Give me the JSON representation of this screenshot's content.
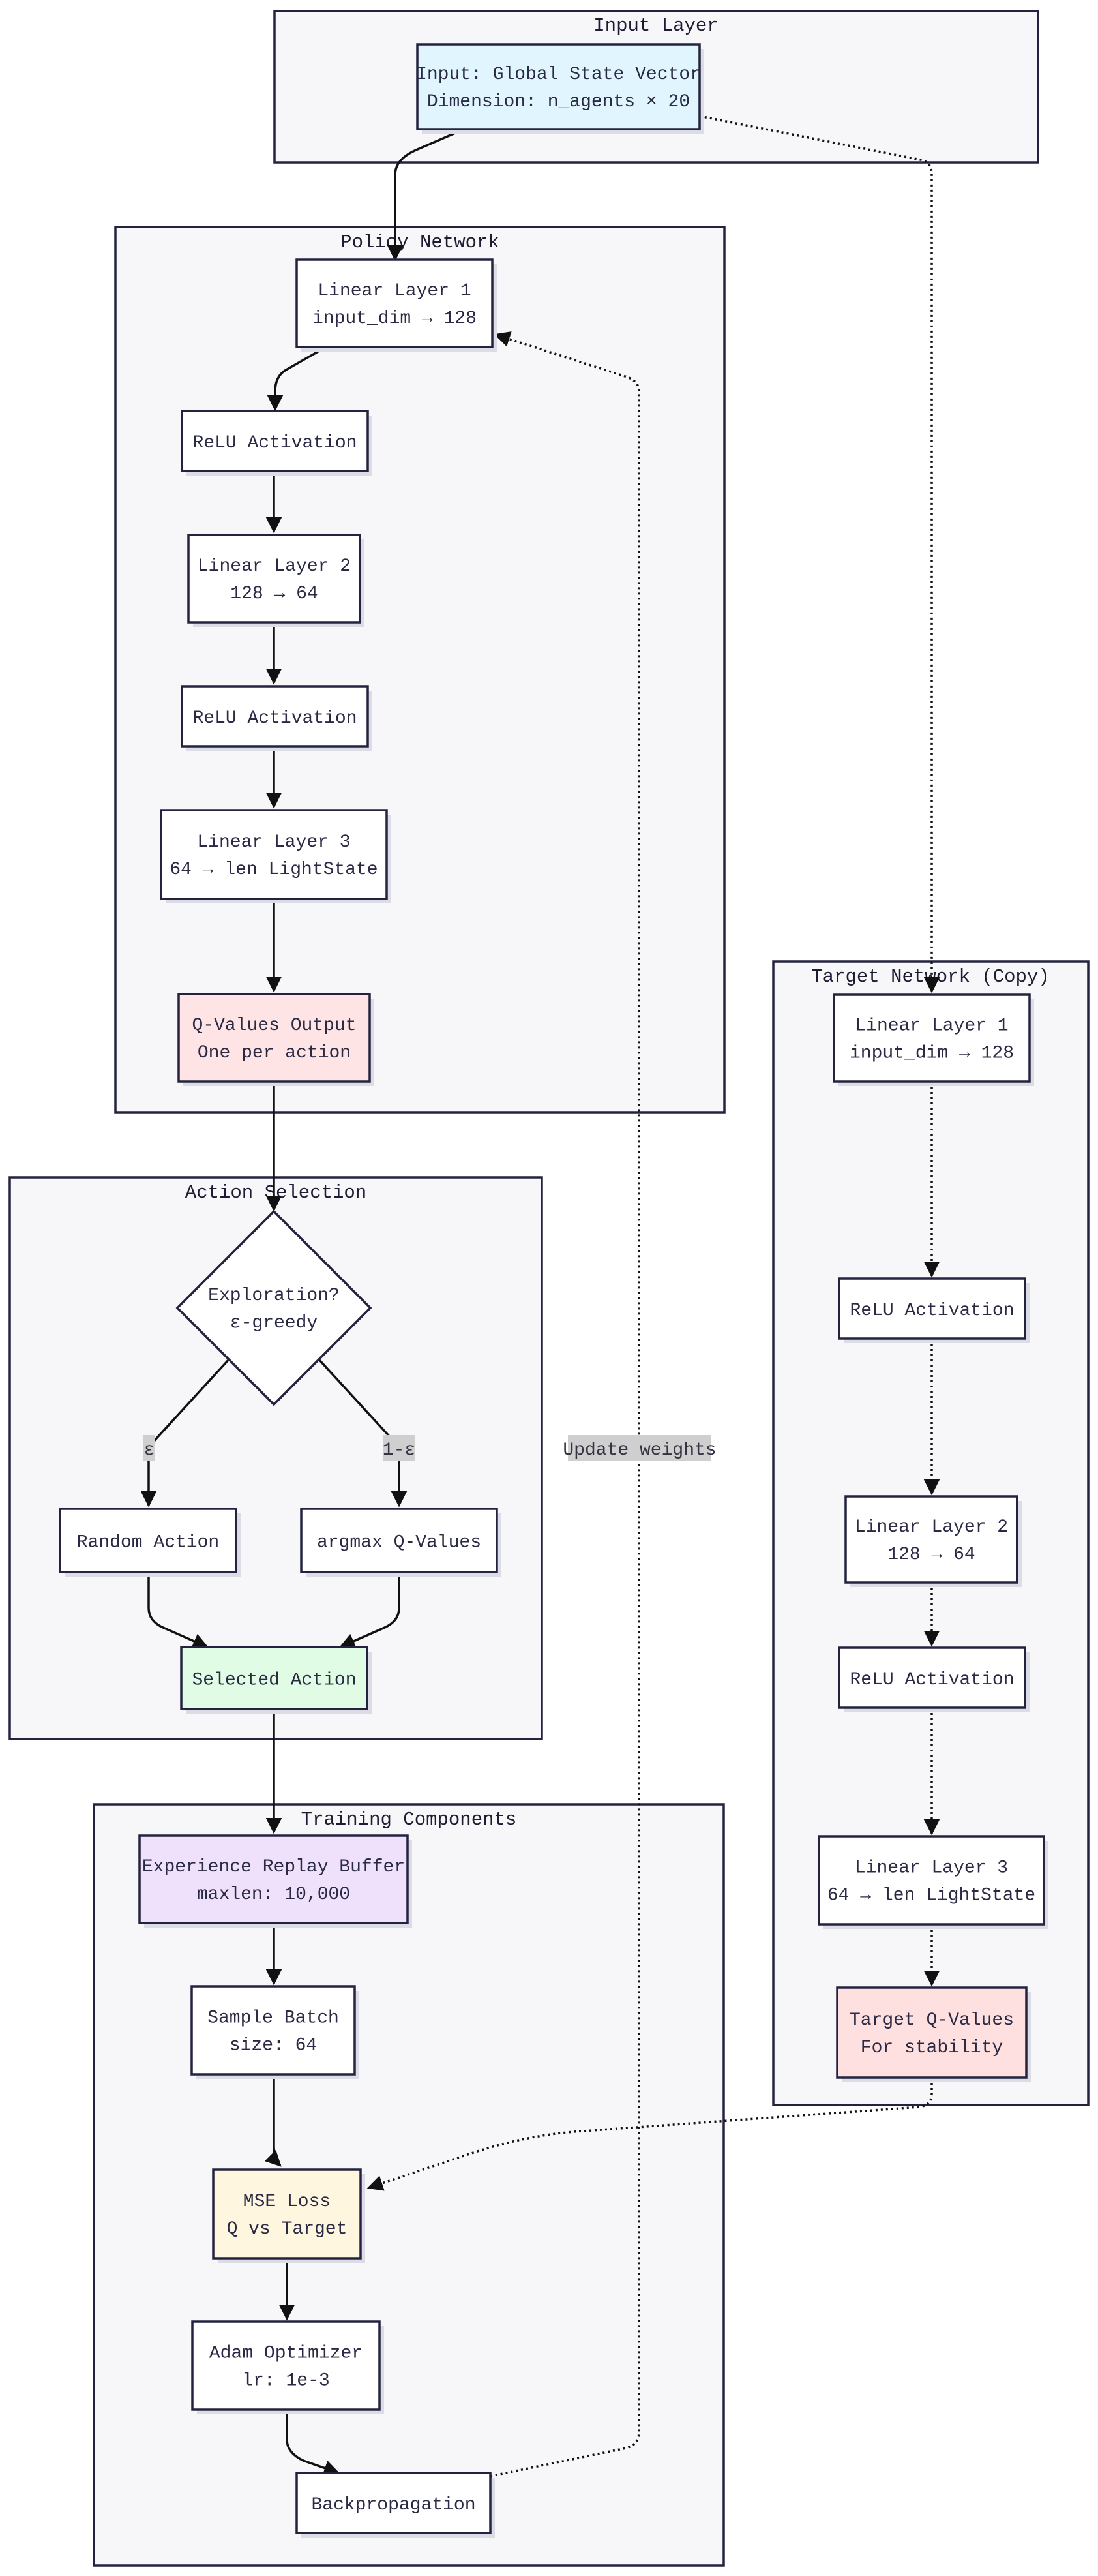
{
  "colors": {
    "default_node": "#ffffff",
    "input": "#e1f5fe",
    "q_output": "#ffe4e6",
    "selected": "#e0fce4",
    "replay": "#efe0fc",
    "loss": "#fff6e0",
    "target_q": "#ffe0e0"
  },
  "clusters": {
    "input": "Input Layer",
    "policy": "Policy Network",
    "action": "Action Selection",
    "target": "Target Network (Copy)",
    "training": "Training Components"
  },
  "nodes": {
    "input": {
      "line1": "Input: Global State Vector",
      "line2": "Dimension: n_agents × 20"
    },
    "p_l1": {
      "line1": "Linear Layer 1",
      "line2": "input_dim → 128"
    },
    "p_relu1": {
      "line1": "ReLU Activation",
      "line2": ""
    },
    "p_l2": {
      "line1": "Linear Layer 2",
      "line2": "128 → 64"
    },
    "p_relu2": {
      "line1": "ReLU Activation",
      "line2": ""
    },
    "p_l3": {
      "line1": "Linear Layer 3",
      "line2": "64 → len LightState"
    },
    "p_q": {
      "line1": "Q-Values Output",
      "line2": "One per action"
    },
    "explore": {
      "line1": "Exploration?",
      "line2": "ε-greedy"
    },
    "random": {
      "line1": "Random Action",
      "line2": ""
    },
    "argmax": {
      "line1": "argmax Q-Values",
      "line2": ""
    },
    "selected": {
      "line1": "Selected Action",
      "line2": ""
    },
    "t_l1": {
      "line1": "Linear Layer 1",
      "line2": "input_dim → 128"
    },
    "t_relu1": {
      "line1": "ReLU Activation",
      "line2": ""
    },
    "t_l2": {
      "line1": "Linear Layer 2",
      "line2": "128 → 64"
    },
    "t_relu2": {
      "line1": "ReLU Activation",
      "line2": ""
    },
    "t_l3": {
      "line1": "Linear Layer 3",
      "line2": "64 → len LightState"
    },
    "t_q": {
      "line1": "Target Q-Values",
      "line2": "For stability"
    },
    "replay": {
      "line1": "Experience Replay Buffer",
      "line2": "maxlen: 10,000"
    },
    "batch": {
      "line1": "Sample Batch",
      "line2": "size: 64"
    },
    "loss": {
      "line1": "MSE Loss",
      "line2": "Q vs Target"
    },
    "adam": {
      "line1": "Adam Optimizer",
      "line2": "lr: 1e-3"
    },
    "backprop": {
      "line1": "Backpropagation",
      "line2": ""
    }
  },
  "edge_labels": {
    "epsilon": "ε",
    "one_minus_epsilon": "1-ε",
    "update_weights": "Update weights"
  }
}
